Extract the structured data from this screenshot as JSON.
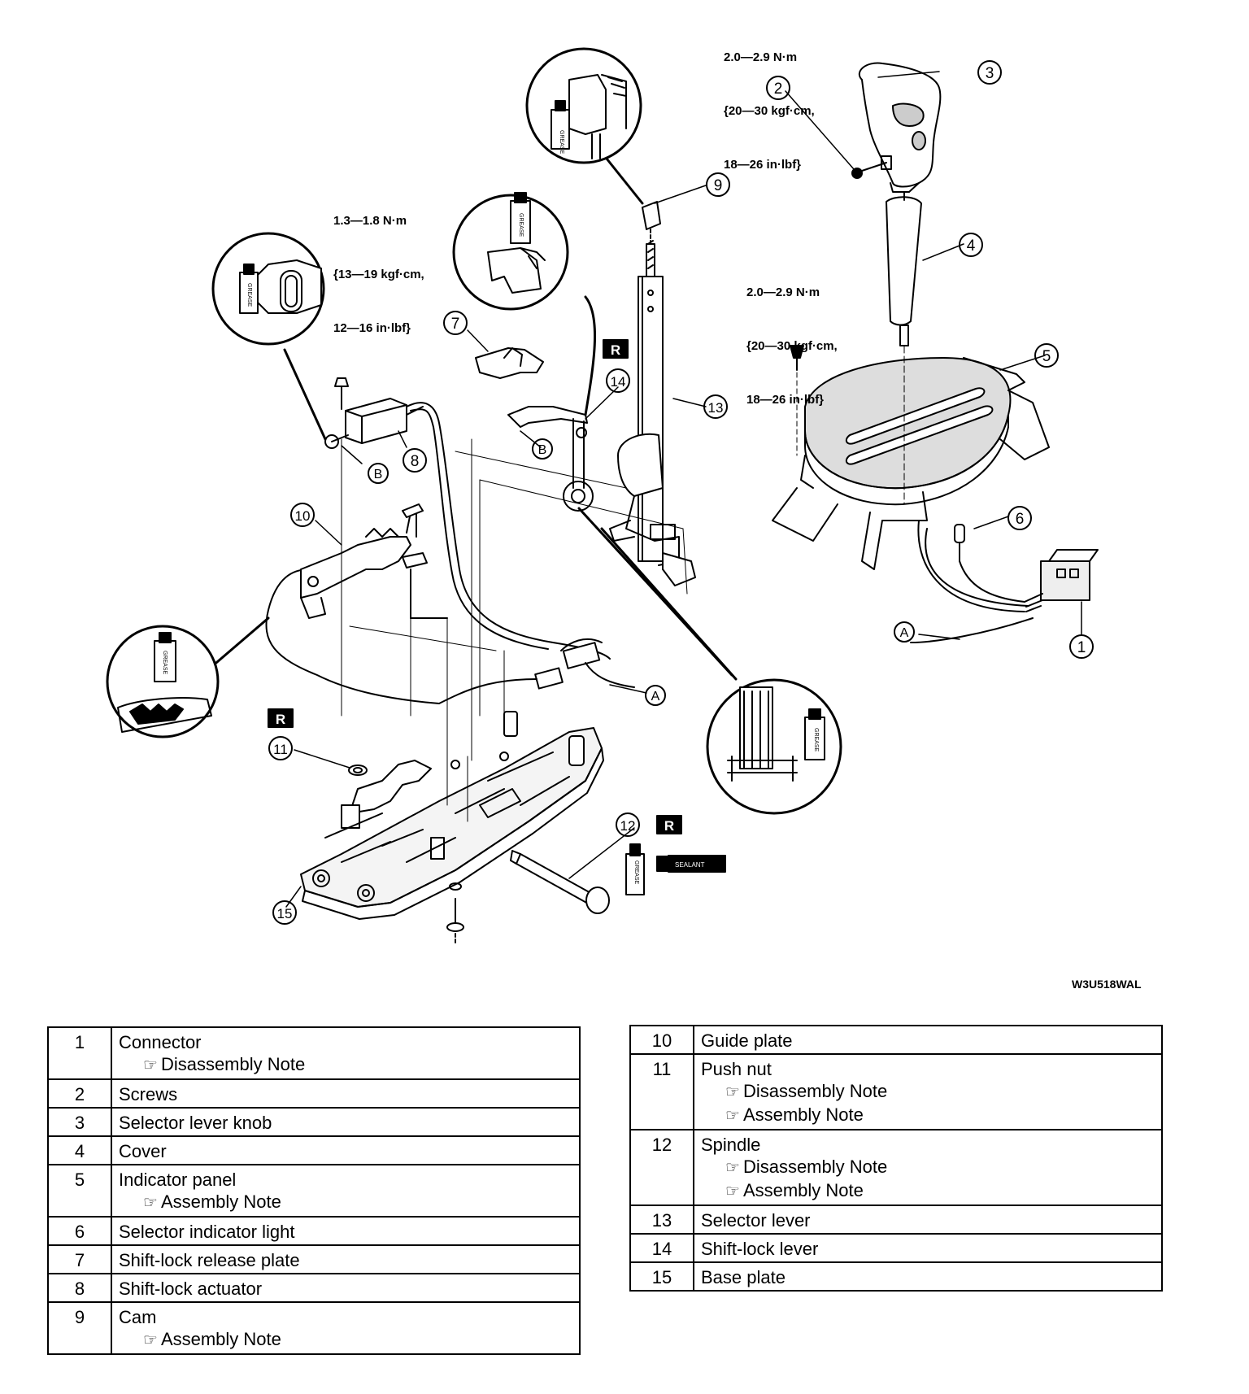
{
  "torque_specs": {
    "knob_screw": [
      "2.0—2.9 N·m",
      "{20—30 kgf·cm,",
      "18—26 in·lbf}"
    ],
    "panel_screw": [
      "2.0—2.9 N·m",
      "{20—30 kgf·cm,",
      "18—26 in·lbf}"
    ],
    "actuator_nut": [
      "1.3—1.8 N·m",
      "{13—19 kgf·cm,",
      "12—16 in·lbf}"
    ]
  },
  "callouts": [
    "1",
    "2",
    "3",
    "4",
    "5",
    "6",
    "7",
    "8",
    "9",
    "10",
    "11",
    "12",
    "13",
    "14",
    "15"
  ],
  "letter_callouts": {
    "a": "A",
    "b": "B"
  },
  "replace_mark": "R",
  "grease_label": "GREASE",
  "sealant_label": "SEALANT",
  "figure_code": "W3U518WAL",
  "note_icon": "pointing-hand-icon",
  "table_left": [
    {
      "num": "1",
      "name": "Connector",
      "notes": [
        "Disassembly Note"
      ]
    },
    {
      "num": "2",
      "name": "Screws",
      "notes": []
    },
    {
      "num": "3",
      "name": "Selector lever knob",
      "notes": []
    },
    {
      "num": "4",
      "name": "Cover",
      "notes": []
    },
    {
      "num": "5",
      "name": "Indicator panel",
      "notes": [
        "Assembly Note"
      ]
    },
    {
      "num": "6",
      "name": "Selector indicator light",
      "notes": []
    },
    {
      "num": "7",
      "name": "Shift-lock release plate",
      "notes": []
    },
    {
      "num": "8",
      "name": "Shift-lock actuator",
      "notes": []
    },
    {
      "num": "9",
      "name": "Cam",
      "notes": [
        "Assembly Note"
      ]
    }
  ],
  "table_right": [
    {
      "num": "10",
      "name": "Guide plate",
      "notes": []
    },
    {
      "num": "11",
      "name": "Push nut",
      "notes": [
        "Disassembly Note",
        "Assembly Note"
      ]
    },
    {
      "num": "12",
      "name": "Spindle",
      "notes": [
        "Disassembly Note",
        "Assembly Note"
      ]
    },
    {
      "num": "13",
      "name": "Selector lever",
      "notes": []
    },
    {
      "num": "14",
      "name": "Shift-lock lever",
      "notes": []
    },
    {
      "num": "15",
      "name": "Base plate",
      "notes": []
    }
  ]
}
